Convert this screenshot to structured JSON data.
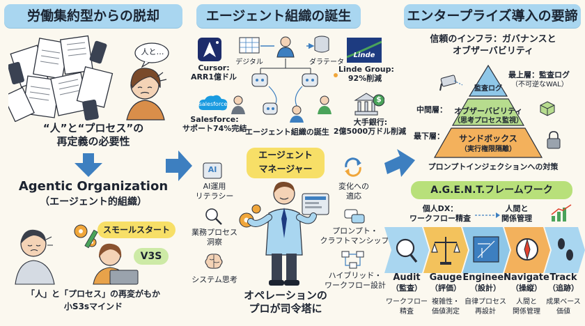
{
  "col1": {
    "banner": "労働集約型からの脱却",
    "bubble": "人と…",
    "caption1_line1": "“人”と“プロセス”の",
    "caption1_line2": "再定義の必要性",
    "heading_line1": "Agentic Organization",
    "heading_line2": "（エージェント的組織）",
    "small_start": "スモールスタート",
    "v3s": "V3S",
    "caption2_line1": "「人」と「プロセス」の再変がもか",
    "caption2_line2": "小S3sマインド"
  },
  "col2": {
    "banner": "エージェント組織の誕生",
    "cursor_label1": "Cursor:",
    "cursor_label2": "ARR1億ドル",
    "digital_label": "デジタル",
    "datadata_label": "ダラテータ",
    "linde_logo": "Linde",
    "linde_label1": "Linde Group:",
    "linde_label2": "92%削減",
    "salesforce_logo": "salesforce",
    "salesforce_label1": "Salesforce:",
    "salesforce_label2": "サポート74%完結",
    "birth_label": "エージェント組織の誕生",
    "bank_label1": "大手銀行:",
    "bank_label2": "2億5000万ドル削減",
    "manager_line1": "エージェント",
    "manager_line2": "マネージャー",
    "skill_ai": "AI運用",
    "skill_ai2": "リテラシー",
    "skill_bp": "業務プロセス",
    "skill_bp2": "洞察",
    "skill_sys": "システム思考",
    "skill_change": "変化への",
    "skill_change2": "適応",
    "skill_prompt": "プロンプト・",
    "skill_prompt2": "クラフトマンシップ",
    "skill_hybrid": "ハイブリッド・",
    "skill_hybrid2": "ワークフロー設計",
    "ai_chip": "AI",
    "bottom_line1": "オペレーションの",
    "bottom_line2": "プロが司令塔に"
  },
  "col3": {
    "banner": "エンタープライズ導入の要諦",
    "trust_title1": "信頼のインフラ：ガバナンスと",
    "trust_title2": "オブザーバビリティ",
    "top_layer": "最上層：監査ログ",
    "top_layer2": "（不可逆なWAL）",
    "mid_layer": "中間層：",
    "bottom_layer": "最下層：",
    "pyr_top": "監査ログ",
    "pyr_mid1": "オブザーバビリティ",
    "pyr_mid2": "（思考プロセス監視）",
    "pyr_bot1": "サンドボックス",
    "pyr_bot2": "（実行権限隔離）",
    "pyramid_caption": "プロンプトインジェクションへの対策",
    "agent_title": "A.G.E.N.T.フレームワーク",
    "dx_label1": "個人DX：",
    "dx_label2": "ワークフロー精査",
    "rel_label1": "人間と",
    "rel_label2": "関係管理",
    "steps": [
      {
        "en": "Audit",
        "jp": "（監査）",
        "d1": "ワークフロー",
        "d2": "精査"
      },
      {
        "en": "Gauge",
        "jp": "（評価）",
        "d1": "複雑性・",
        "d2": "価値測定"
      },
      {
        "en": "Engineer",
        "jp": "（設計）",
        "d1": "自律プロセス",
        "d2": "再設計"
      },
      {
        "en": "Navigate",
        "jp": "（操縦）",
        "d1": "人間と",
        "d2": "関係管理"
      },
      {
        "en": "Track",
        "jp": "（追跡）",
        "d1": "成果ベース",
        "d2": "価値"
      }
    ]
  },
  "colors": {
    "banner": "#a9d6f0",
    "arrow": "#3d7fc0",
    "pyr_top": "#8fc7e8",
    "pyr_mid": "#b7dc8e",
    "pyr_bot": "#f3b15c",
    "pill_yellow": "#f7df67",
    "agent_green": "#b8e07a"
  }
}
